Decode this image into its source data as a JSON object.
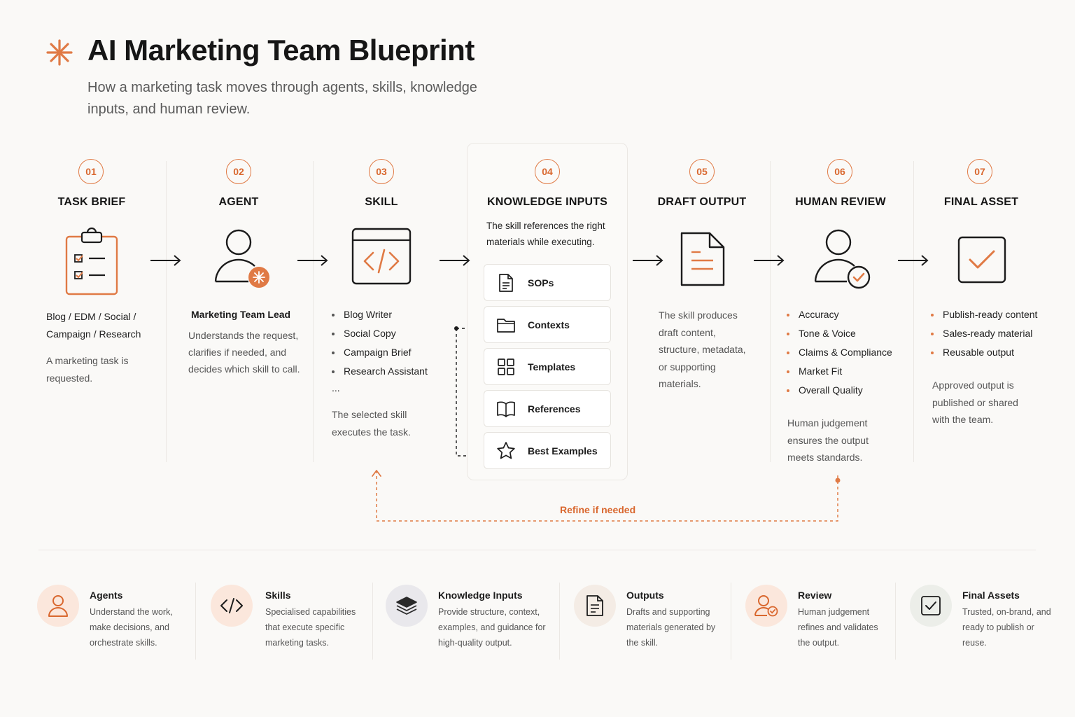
{
  "header": {
    "title": "AI Marketing Team Blueprint",
    "subtitle": "How a marketing task moves through agents, skills, knowledge inputs, and human review."
  },
  "colors": {
    "accent": "#e07a45",
    "text": "#1c1c1c",
    "muted": "#555555",
    "background": "#faf9f7"
  },
  "steps": [
    {
      "num": "01",
      "title": "TASK BRIEF",
      "icon": "clipboard-check-icon",
      "types": "Blog / EDM / Social / Campaign / Research",
      "desc": "A marketing task is requested."
    },
    {
      "num": "02",
      "title": "AGENT",
      "icon": "person-star-icon",
      "role": "Marketing Team Lead",
      "desc": "Understands the request, clarifies if needed, and decides which skill to call."
    },
    {
      "num": "03",
      "title": "SKILL",
      "icon": "code-window-icon",
      "items": [
        "Blog Writer",
        "Social Copy",
        "Campaign Brief",
        "Research Assistant"
      ],
      "more": "...",
      "desc": "The selected skill executes the task."
    },
    {
      "num": "04",
      "title": "KNOWLEDGE INPUTS",
      "desc": "The skill references the right materials while executing.",
      "cards": [
        {
          "label": "SOPs",
          "icon": "document-icon"
        },
        {
          "label": "Contexts",
          "icon": "folder-icon"
        },
        {
          "label": "Templates",
          "icon": "grid-icon"
        },
        {
          "label": "References",
          "icon": "book-icon"
        },
        {
          "label": "Best Examples",
          "icon": "star-icon"
        }
      ]
    },
    {
      "num": "05",
      "title": "DRAFT OUTPUT",
      "icon": "document-lines-icon",
      "desc": "The skill produces draft content, structure, metadata, or supporting materials."
    },
    {
      "num": "06",
      "title": "HUMAN REVIEW",
      "icon": "person-check-icon",
      "items": [
        "Accuracy",
        "Tone & Voice",
        "Claims & Compliance",
        "Market Fit",
        "Overall Quality"
      ],
      "desc": "Human judgement ensures the output meets standards."
    },
    {
      "num": "07",
      "title": "FINAL ASSET",
      "icon": "checkbox-icon",
      "items": [
        "Publish-ready content",
        "Sales-ready material",
        "Reusable output"
      ],
      "desc": "Approved output is published or shared with the team."
    }
  ],
  "feedback_label": "Refine if needed",
  "legend": [
    {
      "title": "Agents",
      "desc": "Understand the work, make decisions, and orchestrate skills.",
      "icon": "person-icon"
    },
    {
      "title": "Skills",
      "desc": "Specialised capabilities that execute specific marketing tasks.",
      "icon": "code-icon"
    },
    {
      "title": "Knowledge Inputs",
      "desc": "Provide structure, context, examples, and guidance for high-quality output.",
      "icon": "layers-icon"
    },
    {
      "title": "Outputs",
      "desc": "Drafts and supporting materials generated by the skill.",
      "icon": "document-icon"
    },
    {
      "title": "Review",
      "desc": "Human judgement refines and validates the output.",
      "icon": "person-check-icon"
    },
    {
      "title": "Final Assets",
      "desc": "Trusted, on-brand, and ready to publish or reuse.",
      "icon": "checkbox-icon"
    }
  ]
}
